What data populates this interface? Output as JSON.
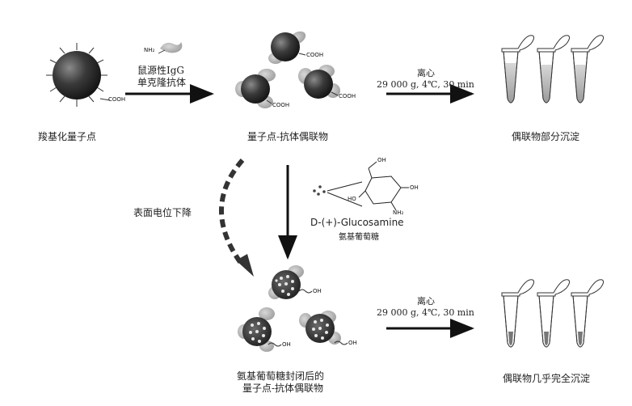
{
  "labels": {
    "carboxyl_qd": "羧基化量子点",
    "qd_antibody_conjugate": "量子点-抗体偶联物",
    "partial_precipitation": "偶联物部分沉淀",
    "surface_potential_drop": "表面电位下降",
    "blocked_conjugate_line1": "氨基葡萄糖封闭后的",
    "blocked_conjugate_line2": "量子点-抗体偶联物",
    "almost_complete_precipitation": "偶联物几乎完全沉淀"
  },
  "step1": {
    "reagent_line1": "鼠源性IgG",
    "reagent_line2": "单克隆抗体"
  },
  "centrifuge_top": {
    "label": "离心",
    "conditions": "29 000 g, 4℃, 30 min"
  },
  "centrifuge_bottom": {
    "label": "离心",
    "conditions": "29 000 g, 4℃, 30 min"
  },
  "glucosamine": {
    "name": "D-(+)-Glucosamine",
    "name_cn": "氨基葡萄糖"
  },
  "chem_labels": {
    "cooh": "COOH",
    "nh2_small": "NH₂",
    "oh": "OH",
    "nh2": "NH₂",
    "ho": "HO"
  }
}
